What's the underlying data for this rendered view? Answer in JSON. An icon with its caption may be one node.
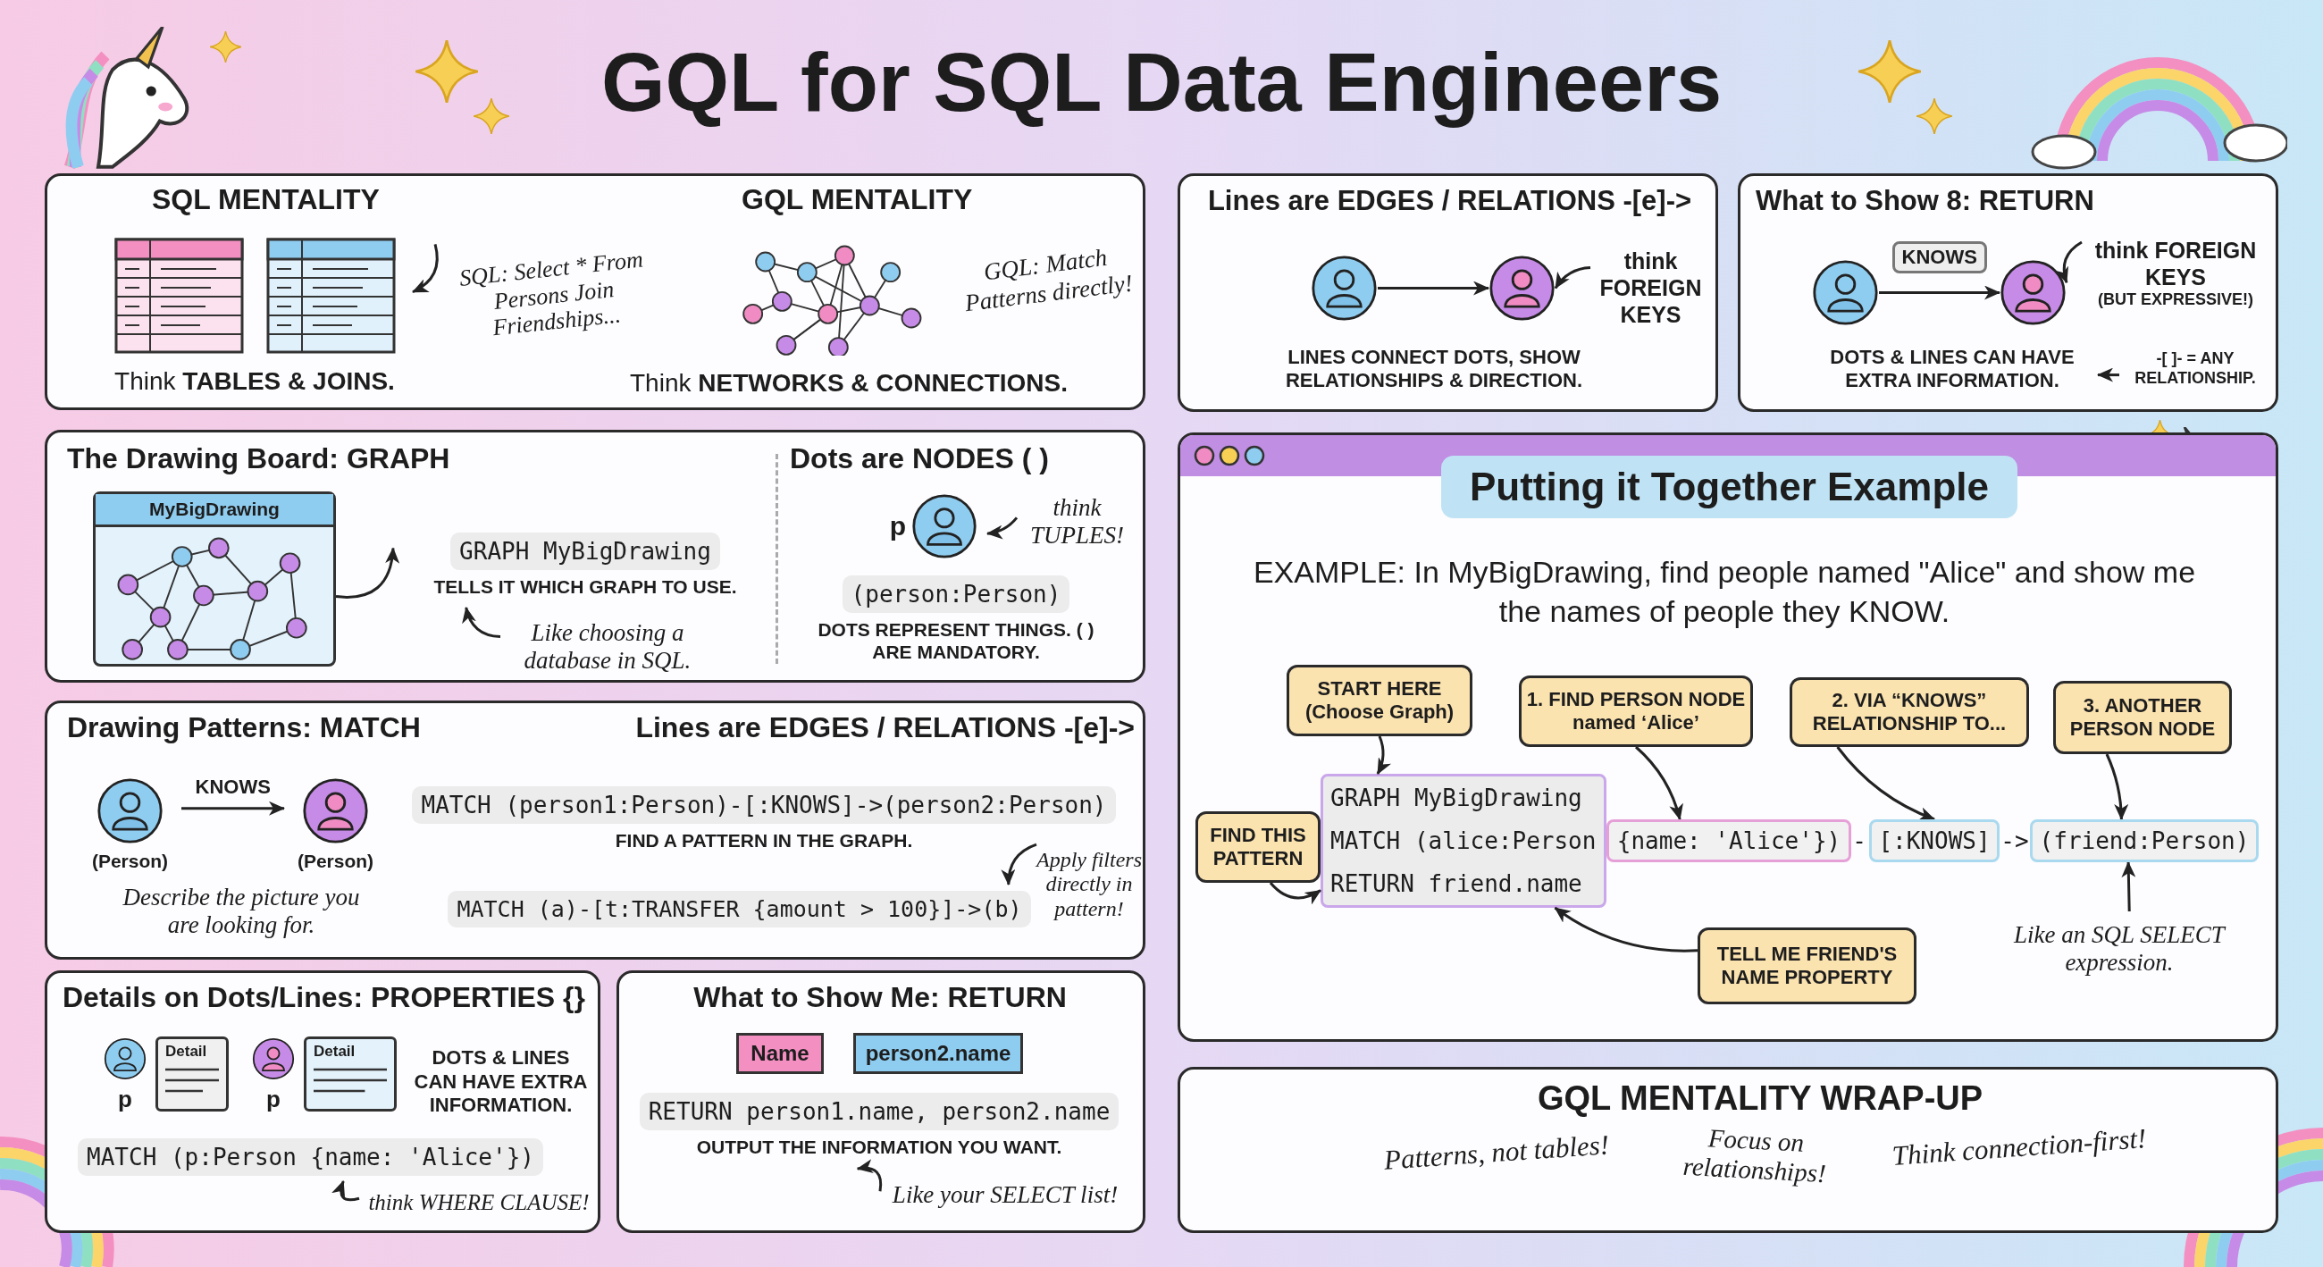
{
  "diagram": {
    "title": "GQL for SQL Data Engineers",
    "nodes": [
      {
        "text": [
          "SQL MENTALITY",
          "GQL MENTALITY"
        ]
      },
      {
        "text": [],
        "shape": "picture",
        "in": 0,
        "beside": [
          "Think **TABLES & JOINS.**"
        ]
      },
      {
        "text": [
          "SQL: Select * From Persons Join Friendships..."
        ],
        "in": 0
      },
      {
        "text": [],
        "shape": "picture",
        "in": 0,
        "beside": [
          "Think **NETWORKS & CONNECTIONS.**"
        ]
      },
      {
        "text": [
          "GQL: Match Patterns directly!"
        ],
        "in": 0
      },
      {
        "text": [
          "The Drawing Board: GRAPH",
          "Dots are NODES ( )"
        ]
      },
      {
        "text": [
          "MyBigDrawing"
        ],
        "in": 5
      },
      {
        "text": [
          "GRAPH MyBigDrawing"
        ],
        "in": 5,
        "beside": [
          "TELLS IT WHICH GRAPH TO USE."
        ]
      },
      {
        "text": [
          "Like choosing a database in SQL."
        ],
        "in": 5
      },
      {
        "text": [],
        "shape": "person",
        "in": 5,
        "beside": [
          "p"
        ]
      },
      {
        "text": [
          "think TUPLES!"
        ],
        "in": 5
      },
      {
        "text": [
          "(person:Person)"
        ],
        "in": 5,
        "beside": [
          "DOTS REPRESENT THINGS. ( ) ARE MANDATORY."
        ]
      },
      {
        "text": [
          "Drawing Patterns: MATCH",
          "Lines are EDGES / RELATIONS -[e]->"
        ]
      },
      {
        "text": [],
        "shape": "person",
        "in": 12,
        "beside": [
          "(Person)"
        ]
      },
      {
        "text": [],
        "shape": "person",
        "in": 12,
        "beside": [
          "(Person)"
        ]
      },
      {
        "text": [
          "Describe the picture you are looking for."
        ],
        "in": 12
      },
      {
        "text": [
          "MATCH (person1:Person)-[:KNOWS]->(person2:Person)"
        ],
        "in": 12,
        "beside": [
          "FIND A PATTERN IN THE GRAPH."
        ]
      },
      {
        "text": [
          "MATCH (a)-[t:TRANSFER {amount > 100}]->(b)"
        ],
        "in": 12
      },
      {
        "text": [
          "Apply filters directly in pattern!"
        ],
        "in": 12
      },
      {
        "text": [
          "Details on Dots/Lines: PROPERTIES {}"
        ]
      },
      {
        "text": [],
        "shape": "person",
        "in": 19,
        "beside": [
          "p"
        ]
      },
      {
        "text": [
          "Detail"
        ],
        "in": 19
      },
      {
        "text": [],
        "shape": "person",
        "in": 19,
        "beside": [
          "p"
        ]
      },
      {
        "text": [
          "Detail"
        ],
        "in": 19
      },
      {
        "text": [
          "DOTS & LINES CAN HAVE EXTRA INFORMATION."
        ],
        "in": 19
      },
      {
        "text": [
          "MATCH (p:Person {name: 'Alice'})"
        ],
        "in": 19
      },
      {
        "text": [
          "think WHERE CLAUSE!"
        ],
        "in": 19
      },
      {
        "text": [
          "What to Show Me: RETURN"
        ]
      },
      {
        "text": [
          "Name"
        ],
        "in": 27
      },
      {
        "text": [
          "person2.name"
        ],
        "in": 27
      },
      {
        "text": [
          "RETURN person1.name, person2.name"
        ],
        "in": 27,
        "beside": [
          "OUTPUT THE INFORMATION YOU WANT."
        ]
      },
      {
        "text": [
          "Like your SELECT list!"
        ],
        "in": 27
      },
      {
        "text": [
          "Lines are EDGES / RELATIONS -[e]->"
        ]
      },
      {
        "text": [],
        "shape": "person",
        "in": 32
      },
      {
        "text": [],
        "shape": "person",
        "in": 32
      },
      {
        "text": [
          "think FOREIGN KEYS"
        ],
        "in": 32
      },
      {
        "text": [
          "LINES CONNECT DOTS, SHOW RELATIONSHIPS & DIRECTION."
        ],
        "in": 32
      },
      {
        "text": [
          "What to Show 8: RETURN"
        ]
      },
      {
        "text": [],
        "shape": "person",
        "in": 37
      },
      {
        "text": [],
        "shape": "person",
        "in": 37
      },
      {
        "text": [
          "think FOREIGN KEYS",
          "(BUT EXPRESSIVE!)"
        ],
        "in": 37
      },
      {
        "text": [
          "DOTS & LINES CAN HAVE EXTRA INFORMATION."
        ],
        "in": 37
      },
      {
        "text": [
          "-[ ]- = ANY RELATIONSHIP."
        ],
        "in": 37
      },
      {
        "text": [
          "Putting it Together Example",
          "EXAMPLE: In MyBigDrawing, find people named \"Alice\" and show me the names of people they KNOW."
        ]
      },
      {
        "text": [
          "START HERE (Choose Graph)"
        ],
        "in": 43
      },
      {
        "text": [
          "1. FIND PERSON NODE named ‘Alice’"
        ],
        "in": 43
      },
      {
        "text": [
          "2. VIA “KNOWS” RELATIONSHIP TO..."
        ],
        "in": 43
      },
      {
        "text": [
          "3. ANOTHER PERSON NODE"
        ],
        "in": 43
      },
      {
        "text": [
          "FIND THIS PATTERN"
        ],
        "in": 43
      },
      {
        "text": [
          "GRAPH MyBigDrawing",
          "MATCH (alice:Person",
          "RETURN friend.name"
        ],
        "in": 43
      },
      {
        "text": [
          "{name: 'Alice'})"
        ],
        "in": 43
      },
      {
        "text": [
          "[:KNOWS]"
        ],
        "in": 43
      },
      {
        "text": [
          "(friend:Person)"
        ],
        "in": 43
      },
      {
        "text": [
          "TELL ME FRIEND'S NAME PROPERTY"
        ],
        "in": 43
      },
      {
        "text": [
          "Like an SQL SELECT expression."
        ],
        "in": 43
      },
      {
        "text": [
          "GQL MENTALITY WRAP-UP",
          "Patterns, not tables!",
          "Focus on relationships!",
          "Think connection-first!"
        ]
      }
    ],
    "edges": [
      {
        "from": 2,
        "to": 1,
        "arrow": "to"
      },
      {
        "from": 6,
        "to": 7,
        "arrow": "to"
      },
      {
        "from": 8,
        "to": 7,
        "arrow": "to"
      },
      {
        "from": 10,
        "to": 9,
        "arrow": "to"
      },
      {
        "from": 13,
        "to": 14,
        "arrow": "to",
        "label": "KNOWS"
      },
      {
        "from": 18,
        "to": 17,
        "arrow": "to"
      },
      {
        "from": 26,
        "to": 25,
        "arrow": "to"
      },
      {
        "from": 31,
        "to": 30,
        "arrow": "to"
      },
      {
        "from": 33,
        "to": 34,
        "arrow": "to"
      },
      {
        "from": 35,
        "to": 34,
        "arrow": "to"
      },
      {
        "from": 38,
        "to": 39,
        "arrow": "to",
        "label": "KNOWS"
      },
      {
        "from": 40,
        "to": 39,
        "arrow": "to"
      },
      {
        "from": 42,
        "to": 41,
        "arrow": "to"
      },
      {
        "from": 44,
        "to": 49,
        "arrow": "to"
      },
      {
        "from": 45,
        "to": 50,
        "arrow": "to"
      },
      {
        "from": 46,
        "to": 51,
        "arrow": "to"
      },
      {
        "from": 47,
        "to": 52,
        "arrow": "to"
      },
      {
        "from": 48,
        "to": 49,
        "arrow": "to"
      },
      {
        "from": 53,
        "to": 49,
        "arrow": "to"
      },
      {
        "from": 54,
        "to": 52,
        "arrow": "to"
      }
    ],
    "labels": [
      "-",
      "->"
    ]
  }
}
